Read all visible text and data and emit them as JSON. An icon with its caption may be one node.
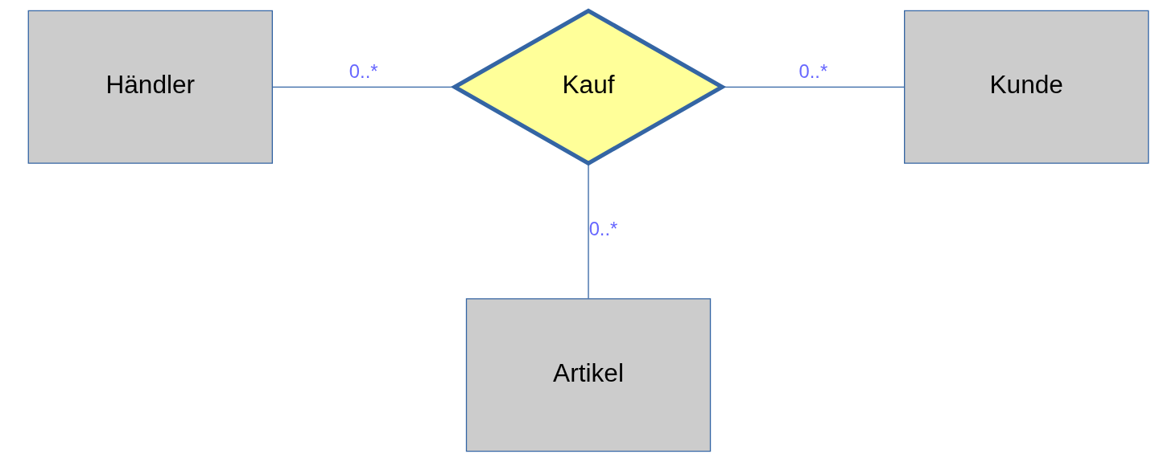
{
  "diagram": {
    "nodes": [
      {
        "text": [
          "Händler"
        ]
      },
      {
        "text": [
          "Kauf"
        ]
      },
      {
        "text": [
          "Kunde"
        ]
      },
      {
        "text": [
          "Artikel"
        ]
      }
    ],
    "edges": [
      {
        "from": 0,
        "to": 1,
        "arrow": "none",
        "label": "0..*"
      },
      {
        "from": 1,
        "to": 2,
        "arrow": "none",
        "label": "0..*"
      },
      {
        "from": 1,
        "to": 3,
        "arrow": "none",
        "label": "0..*"
      }
    ]
  }
}
